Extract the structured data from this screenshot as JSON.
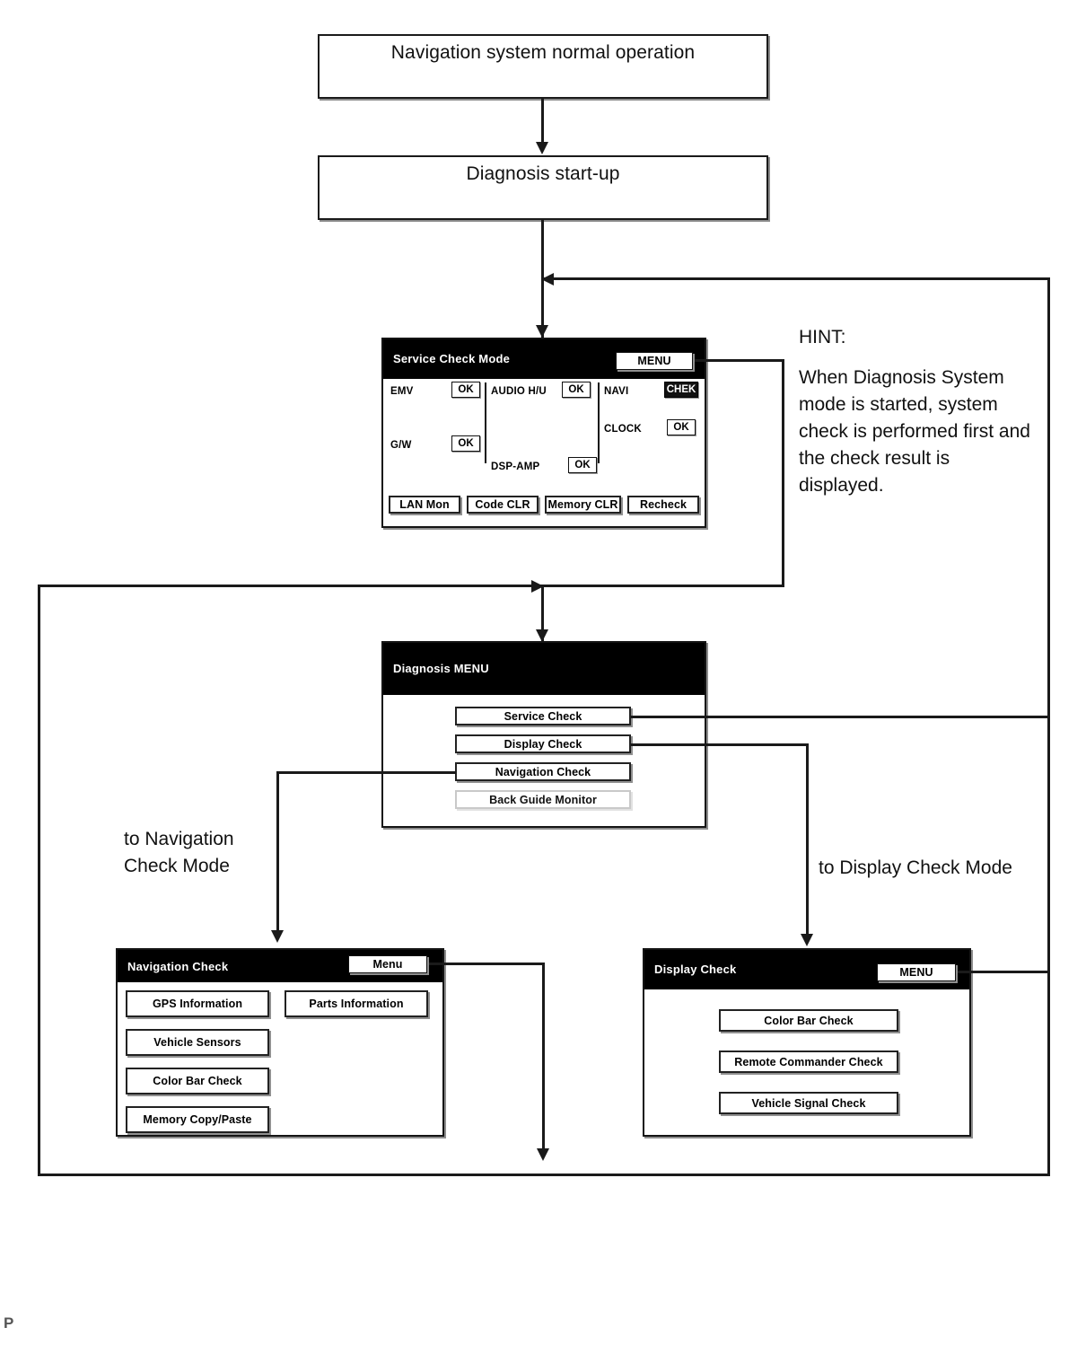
{
  "flow": {
    "start_box": {
      "label": "Navigation system normal operation"
    },
    "second_box": {
      "label": "Diagnosis start-up"
    }
  },
  "hint": {
    "heading": "HINT:",
    "body": "When Diagnosis System mode is started, system check is performed first and the check result is displayed."
  },
  "transitions": {
    "to_navigation_check": "to Navigation\nCheck Mode",
    "to_navigation_check_line1": "to Navigation",
    "to_navigation_check_line2": "Check Mode",
    "to_display_check": "to Display Check Mode"
  },
  "service_check_mode": {
    "title": "Service Check Mode",
    "menu_button": "MENU",
    "results": [
      {
        "name": "EMV",
        "status": "OK",
        "inverted": false
      },
      {
        "name": "G/W",
        "status": "OK",
        "inverted": false
      },
      {
        "name": "AUDIO H/U",
        "status": "OK",
        "inverted": false
      },
      {
        "name": "DSP-AMP",
        "status": "OK",
        "inverted": false
      },
      {
        "name": "NAVI",
        "status": "CHEK",
        "inverted": true
      },
      {
        "name": "CLOCK",
        "status": "OK",
        "inverted": false
      }
    ],
    "footer_buttons": [
      "LAN Mon",
      "Code CLR",
      "Memory CLR",
      "Recheck"
    ]
  },
  "diagnosis_menu": {
    "title": "Diagnosis MENU",
    "items": [
      {
        "label": "Service Check",
        "enabled": true
      },
      {
        "label": "Display Check",
        "enabled": true
      },
      {
        "label": "Navigation Check",
        "enabled": true
      },
      {
        "label": "Back Guide Monitor",
        "enabled": false
      }
    ]
  },
  "navigation_check": {
    "title": "Navigation Check",
    "menu_button": "Menu",
    "left_items": [
      "GPS Information",
      "Vehicle Sensors",
      "Color Bar Check",
      "Memory Copy/Paste"
    ],
    "right_items": [
      "Parts Information"
    ]
  },
  "display_check": {
    "title": "Display Check",
    "menu_button": "MENU",
    "items": [
      "Color Bar Check",
      "Remote Commander Check",
      "Vehicle Signal Check"
    ]
  },
  "page_marker": "P",
  "colors": {
    "line": "#1a1a1a",
    "titlebar": "#000000",
    "panel_bg": "#ffffff",
    "disabled_border": "#c9c9c9"
  }
}
